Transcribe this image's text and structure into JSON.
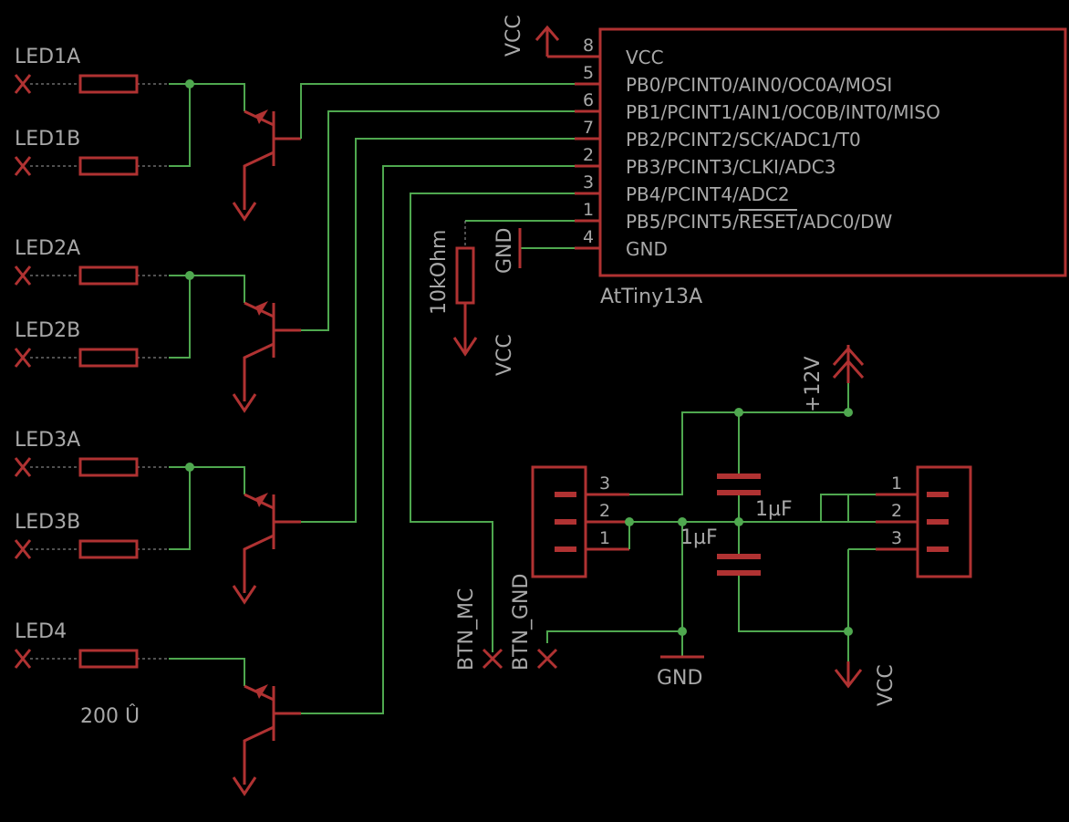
{
  "colors": {
    "background": "#000000",
    "wire": "#4fa84f",
    "component": "#b03232",
    "text": "#a8a8a8"
  },
  "led_nets": [
    "LED1A",
    "LED1B",
    "LED2A",
    "LED2B",
    "LED3A",
    "LED3B",
    "LED4"
  ],
  "led_resistor_value": "200 Û",
  "mcu": {
    "name": "AtTiny13A",
    "pins": [
      {
        "num": "8",
        "name": "VCC"
      },
      {
        "num": "5",
        "name": "PB0/PCINT0/AIN0/OC0A/MOSI"
      },
      {
        "num": "6",
        "name": "PB1/PCINT1/AIN1/OC0B/INT0/MISO"
      },
      {
        "num": "7",
        "name": "PB2/PCINT2/SCK/ADC1/T0"
      },
      {
        "num": "2",
        "name": "PB3/PCINT3/CLKI/ADC3"
      },
      {
        "num": "3",
        "name": "PB4/PCINT4/ADC2"
      },
      {
        "num": "1",
        "name_pre": "PB5/PCINT5/",
        "name_over": "RESET",
        "name_post": "/ADC0/DW"
      },
      {
        "num": "4",
        "name": "GND"
      }
    ]
  },
  "supplies": {
    "vcc": "VCC",
    "gnd": "GND",
    "v12": "+12V"
  },
  "pullup_resistor": "10kOhm",
  "capacitors": [
    "1µF",
    "1µF"
  ],
  "connector_left_pins": [
    "3",
    "2",
    "1"
  ],
  "connector_right_pins": [
    "1",
    "2",
    "3"
  ],
  "buttons": {
    "mc": "BTN_MC",
    "gnd": "BTN_GND"
  }
}
